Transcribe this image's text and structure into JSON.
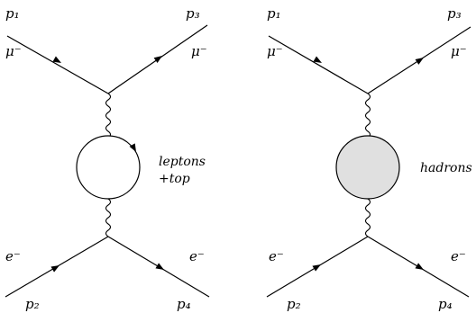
{
  "diagrams": [
    {
      "name": "leptons-top-vacuum-polarization",
      "labels": {
        "p1": "p₁",
        "p3": "p₃",
        "p2": "p₂",
        "p4": "p₄",
        "mu_in": "μ⁻",
        "mu_out": "μ⁻",
        "e_in": "e⁻",
        "e_out": "e⁻",
        "loop_line1": "leptons",
        "loop_line2": "+top"
      },
      "loop_fill": "#ffffff"
    },
    {
      "name": "hadrons-vacuum-polarization",
      "labels": {
        "p1": "p₁",
        "p3": "p₃",
        "p2": "p₂",
        "p4": "p₄",
        "mu_in": "μ⁻",
        "mu_out": "μ⁻",
        "e_in": "e⁻",
        "e_out": "e⁻",
        "loop_line1": "hadrons"
      },
      "loop_fill": "#e0e0e0"
    }
  ]
}
